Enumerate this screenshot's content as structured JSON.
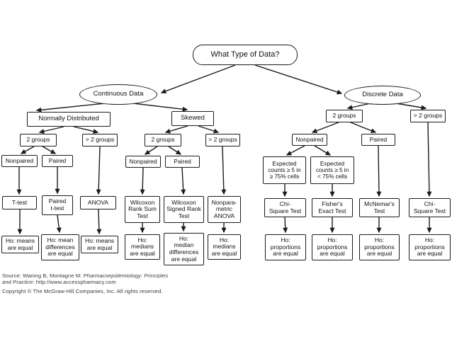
{
  "nodes": {
    "root": "What Type of Data?",
    "continuous": "Continuous Data",
    "discrete": "Discrete Data",
    "normally_distributed": "Normally Distributed",
    "skewed": "Skewed",
    "nd_two_groups": "2 groups",
    "nd_gt_two_groups": "> 2 groups",
    "nd_nonpaired": "Nonpaired",
    "nd_paired": "Paired",
    "t_test": "T-test",
    "paired_t_test": "Paired\nt-test",
    "anova": "ANOVA",
    "ho_means_equal_1": "Ho: means\nare equal",
    "ho_mean_differences_equal": "Ho: mean\ndifferences\nare equal",
    "ho_means_equal_2": "Ho: means\nare equal",
    "sk_two_groups": "2 groups",
    "sk_gt_two_groups": "> 2 groups",
    "sk_nonpaired": "Nonpaired",
    "sk_paired": "Paired",
    "wilcoxon_rank_sum": "Wilcoxon\nRank Sum\nTest",
    "wilcoxon_signed_rank": "Wilcoxon\nSigned Rank\nTest",
    "nonparametric_anova": "Nonpara-\nmetric\nANOVA",
    "ho_medians_equal_1": "Ho:\nmedians\nare equal",
    "ho_median_differences_equal": "Ho:\nmedian\ndifferences\nare equal",
    "ho_medians_equal_2": "Ho:\nmedians\nare equal",
    "d_two_groups": "2 groups",
    "d_gt_two_groups": "> 2 groups",
    "d_nonpaired": "Nonpaired",
    "d_paired": "Paired",
    "expected_counts_ge_75": "Expected\ncounts ≥ 5 in\n≥ 75% cells",
    "expected_counts_lt_75": "Expected\ncounts ≥ 5 in\n< 75% cells",
    "chi_square_test_1": "Chi-\nSquare Test",
    "fishers_exact_test": "Fisher's\nExact Test",
    "mcnemars_test": "McNemar's\nTest",
    "chi_square_test_2": "Chi-\nSquare Test",
    "ho_proportions_equal_1": "Ho:\nproportions\nare equal",
    "ho_proportions_equal_2": "Ho:\nproportions\nare equal",
    "ho_proportions_equal_3": "Ho:\nproportions\nare equal",
    "ho_proportions_equal_4": "Ho:\nproportions\nare equal"
  },
  "footer": {
    "source_prefix": "Source: Waning B, Montagne M: ",
    "source_title_line1": "Pharmacoepidemiology: Principles",
    "source_title_line2": "and Practice",
    "source_suffix": ": http://www.accesspharmacy.com",
    "copyright": "Copyright © The McGraw-Hill Companies, Inc. All rights reserved."
  }
}
